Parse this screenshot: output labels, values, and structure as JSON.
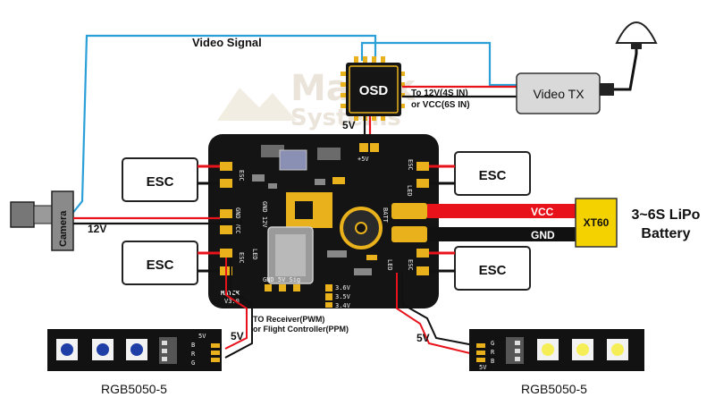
{
  "labels": {
    "video_signal": "Video Signal",
    "osd": "OSD",
    "power_note_line1": "To 12V(4S IN)",
    "power_note_line2": "or VCC(6S IN)",
    "video_tx": "Video TX",
    "osd_5v": "5V",
    "esc": "ESC",
    "camera": "Camera",
    "cam_12v": "12V",
    "vcc": "VCC",
    "gnd": "GND",
    "xt60": "XT60",
    "battery_line1": "3~6S LiPo",
    "battery_line2": "Battery",
    "receiver_line1": "TO Receiver(PWM)",
    "receiver_line2": "or Flight Controller(PPM)",
    "left_5v": "5V",
    "right_5v": "5V",
    "rgb_left": "RGB5050-5",
    "rgb_right": "RGB5050-5",
    "watermark_line1": "Matek",
    "watermark_line2": "Systems"
  },
  "pcb": {
    "brand": "MATEK",
    "version": "V3.0",
    "header": "GND 5V Sig",
    "v36": "3.6V",
    "v35": "3.5V",
    "v34": "3.4V",
    "plus5v": "+5V",
    "gnd12v": "GND 12V",
    "gnd_vcc": "GND VCC",
    "batt": "BATT",
    "led": "LED",
    "esc_pad": "ESC"
  },
  "strip_left_pins": [
    "5V",
    "B",
    "R",
    "G"
  ],
  "strip_right_pins": [
    "G",
    "R",
    "B",
    "5V"
  ],
  "colors": {
    "power_red": "#e8121b",
    "ground_black": "#111111",
    "signal_blue": "#2a9fd8",
    "board_black": "#141414",
    "pad_gold": "#e9b21c",
    "xt60_yellow": "#f3d200",
    "led_blue": "#1f3fa6",
    "led_yellow": "#f6ee56"
  }
}
